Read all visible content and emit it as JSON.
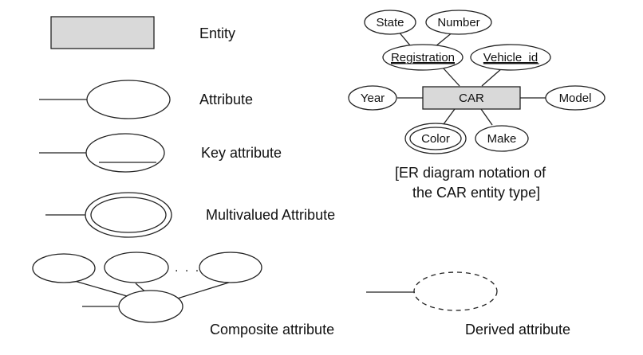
{
  "legend": {
    "entity": "Entity",
    "attribute": "Attribute",
    "key_attribute": "Key attribute",
    "multivalued_attribute": "Multivalued Attribute",
    "composite_attribute": "Composite attribute",
    "derived_attribute": "Derived attribute",
    "ellipsis": ". . ."
  },
  "car_diagram": {
    "entity": "CAR",
    "attributes": {
      "state": "State",
      "number": "Number",
      "registration": "Registration",
      "vehicle_id": "Vehicle_id",
      "year": "Year",
      "model": "Model",
      "color": "Color",
      "make": "Make"
    },
    "caption_line1": "[ER diagram notation of",
    "caption_line2": "the CAR entity type]"
  }
}
